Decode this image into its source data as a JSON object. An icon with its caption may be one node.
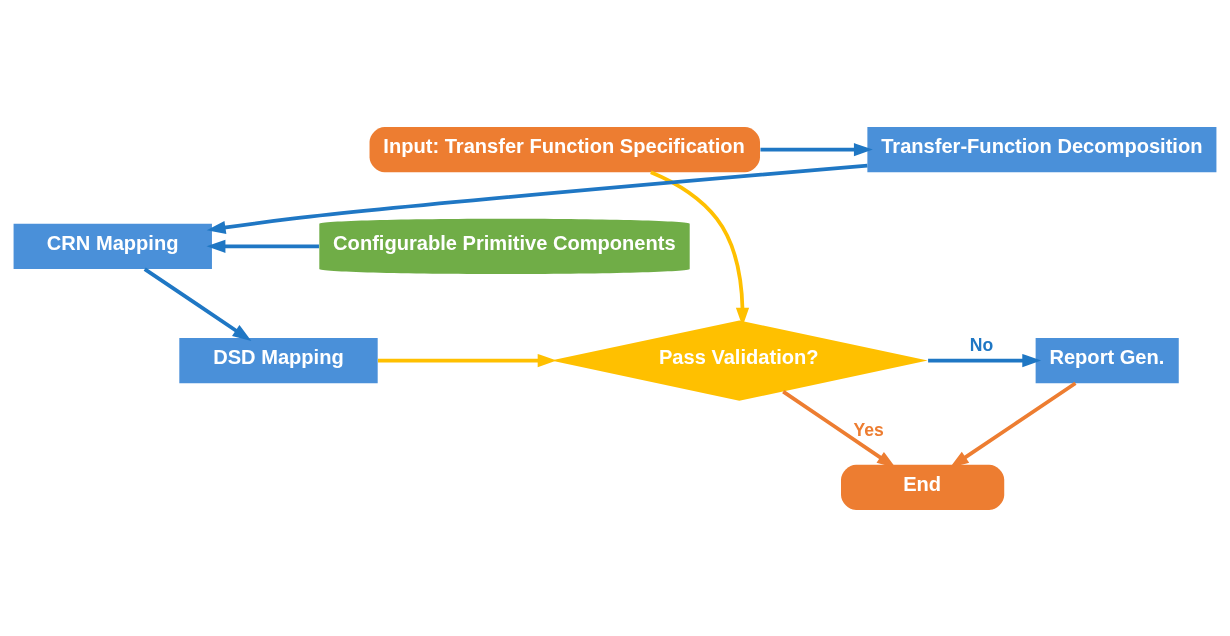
{
  "diagram": {
    "nodes": [
      {
        "text": [
          "Input: Transfer Function Specification"
        ]
      },
      {
        "text": [
          "Transfer-Function Decomposition"
        ]
      },
      {
        "text": [
          "Configurable Primitive Components"
        ]
      },
      {
        "text": [
          "CRN Mapping"
        ]
      },
      {
        "text": [
          "DSD Mapping"
        ]
      },
      {
        "text": [
          "Pass Validation?"
        ]
      },
      {
        "text": [
          "Report Gen."
        ]
      },
      {
        "text": [
          "End"
        ]
      }
    ],
    "edges": [
      {
        "from": 0,
        "to": 1,
        "arrow": "to"
      },
      {
        "from": 1,
        "to": 3,
        "arrow": "to"
      },
      {
        "from": 2,
        "to": 3,
        "arrow": "to"
      },
      {
        "from": 3,
        "to": 4,
        "arrow": "to"
      },
      {
        "from": 4,
        "to": 5,
        "arrow": "to",
        "color": "#ffc000"
      },
      {
        "from": 0,
        "to": 5,
        "arrow": "to",
        "color": "#ffc000"
      },
      {
        "from": 5,
        "to": 6,
        "arrow": "to",
        "label": "No"
      },
      {
        "from": 5,
        "to": 7,
        "arrow": "to",
        "label": "Yes",
        "color": "#ed7d31"
      },
      {
        "from": 6,
        "to": 7,
        "arrow": "to",
        "color": "#ed7d31"
      }
    ]
  }
}
